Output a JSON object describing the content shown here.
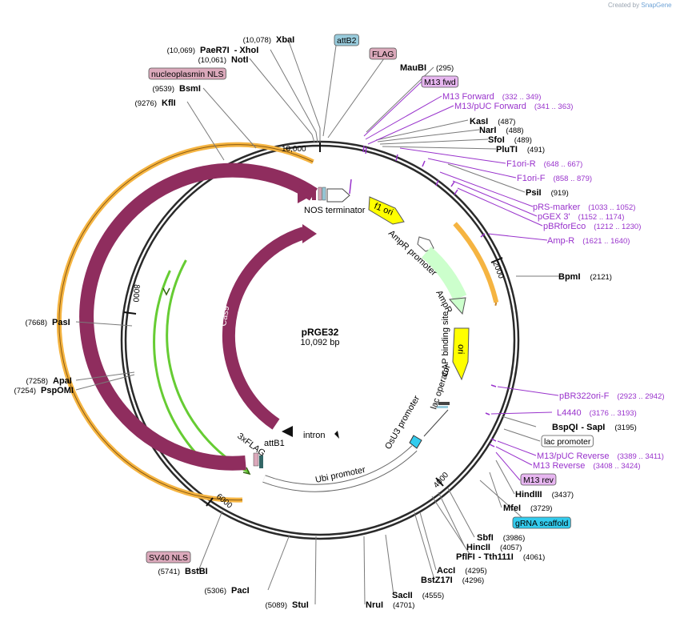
{
  "brand": {
    "prefix": "Created by",
    "name": "SnapGene"
  },
  "plasmid": {
    "name": "pRGE32",
    "length": "10,092 bp"
  },
  "ticks": [
    "2000",
    "4000",
    "6000",
    "8000",
    "10,000"
  ],
  "sites": [
    {
      "name": "PaeR7I",
      "pos": "(10,069)",
      "tail": "- XhoI"
    },
    {
      "name": "XbaI",
      "pos": "(10,078)"
    },
    {
      "name": "NotI",
      "pos": "(10,061)"
    },
    {
      "name": "BsmI",
      "pos": "(9539)"
    },
    {
      "name": "KflI",
      "pos": "(9276)"
    },
    {
      "name": "MauBI",
      "pos": "(295)"
    },
    {
      "name": "KasI",
      "pos": "(487)"
    },
    {
      "name": "NarI",
      "pos": "(488)"
    },
    {
      "name": "SfoI",
      "pos": "(489)"
    },
    {
      "name": "PluTI",
      "pos": "(491)"
    },
    {
      "name": "PsiI",
      "pos": "(919)"
    },
    {
      "name": "BpmI",
      "pos": "(2121)"
    },
    {
      "name": "BspQI",
      "pos": "(3195)",
      "tail": "- SapI"
    },
    {
      "name": "HindIII",
      "pos": "(3437)"
    },
    {
      "name": "MfeI",
      "pos": "(3729)"
    },
    {
      "name": "SbfI",
      "pos": "(3986)"
    },
    {
      "name": "HincII",
      "pos": "(4057)"
    },
    {
      "name": "PflFI",
      "pos": "(4061)",
      "tail": "- Tth111I"
    },
    {
      "name": "AccI",
      "pos": "(4295)"
    },
    {
      "name": "BstZ17I",
      "pos": "(4296)"
    },
    {
      "name": "SacII",
      "pos": "(4555)"
    },
    {
      "name": "NruI",
      "pos": "(4701)"
    },
    {
      "name": "StuI",
      "pos": "(5089)"
    },
    {
      "name": "PacI",
      "pos": "(5306)"
    },
    {
      "name": "BstBI",
      "pos": "(5741)"
    },
    {
      "name": "ApaI",
      "pos": "(7258)"
    },
    {
      "name": "PspOMI",
      "pos": "(7254)"
    },
    {
      "name": "PasI",
      "pos": "(7668)"
    }
  ],
  "primers": [
    {
      "name": "M13 Forward",
      "range": "(332 .. 349)"
    },
    {
      "name": "M13/pUC Forward",
      "range": "(341 .. 363)"
    },
    {
      "name": "F1ori-R",
      "range": "(648 .. 667)"
    },
    {
      "name": "F1ori-F",
      "range": "(858 .. 879)"
    },
    {
      "name": "pRS-marker",
      "range": "(1033 .. 1052)"
    },
    {
      "name": "pGEX 3'",
      "range": "(1152 .. 1174)"
    },
    {
      "name": "pBRforEco",
      "range": "(1212 .. 1230)"
    },
    {
      "name": "Amp-R",
      "range": "(1621 .. 1640)"
    },
    {
      "name": "pBR322ori-F",
      "range": "(2923 .. 2942)"
    },
    {
      "name": "L4440",
      "range": "(3176 .. 3193)"
    },
    {
      "name": "M13/pUC Reverse",
      "range": "(3389 .. 3411)"
    },
    {
      "name": "M13 Reverse",
      "range": "(3408 .. 3424)"
    }
  ],
  "boxed_labels": [
    "attB2",
    "FLAG",
    "nucleoplasmin NLS",
    "M13 fwd",
    "lac promoter",
    "M13 rev",
    "gRNA scaffold",
    "SV40 NLS"
  ],
  "features": [
    "NOS terminator",
    "f1 ori",
    "AmpR promoter",
    "AmpR",
    "ori",
    "CAP binding site",
    "lac operator",
    "OsU3 promoter",
    "Ubi promoter",
    "intron",
    "attB1",
    "3xFLAG",
    "Cas9",
    "Cas9"
  ],
  "colors": {
    "cas9": "#8f2d5e",
    "f1ori": "#ffff00",
    "ori": "#ffff00",
    "ampr": "#ccffcc",
    "primer": "#9933cc",
    "promoter_box": "#ffffff",
    "grna": "#33ccee",
    "attb": "#99ccdd",
    "nls": "#dba9bb",
    "m13": "#e7b6f0",
    "orange_band": "#f5b441",
    "green_arc": "#66cc33"
  }
}
